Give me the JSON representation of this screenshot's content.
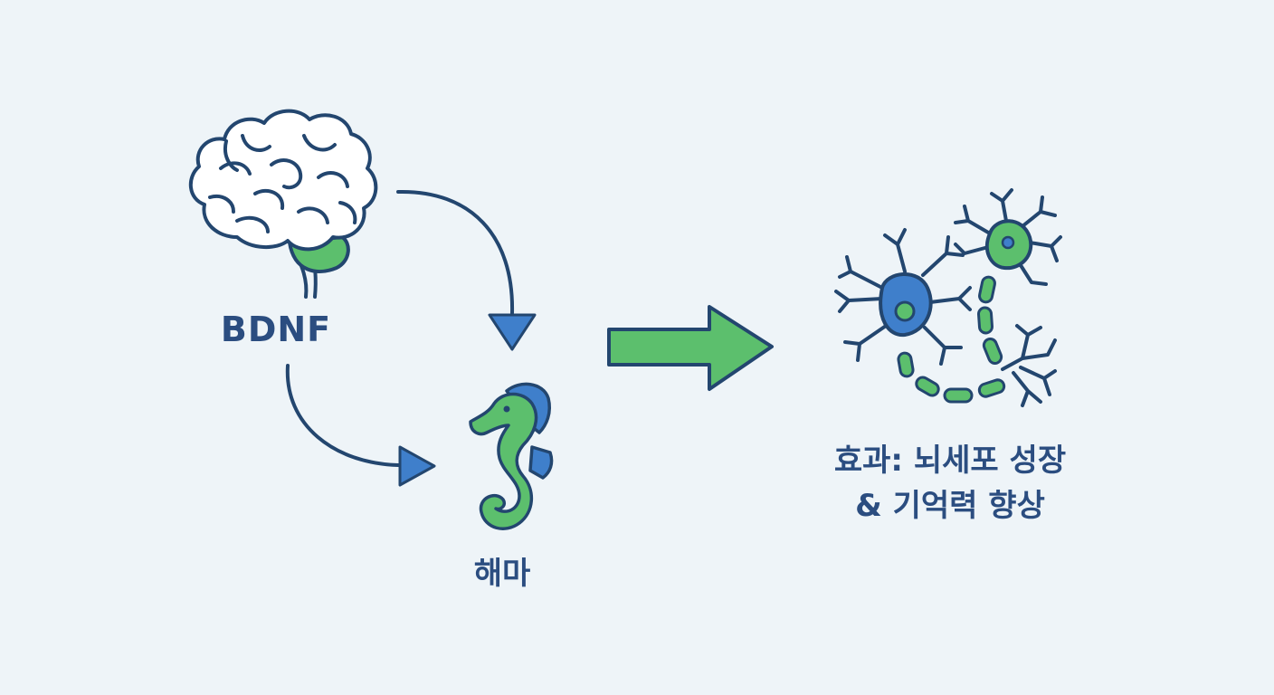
{
  "nodes": {
    "bdnf": {
      "label": "BDNF",
      "icon": "brain-icon"
    },
    "hippocampus": {
      "label": "해마",
      "icon": "seahorse-icon"
    },
    "effect": {
      "line1": "효과: 뇌세포 성장",
      "line2": "& 기억력 향상",
      "icon": "neurons-icon"
    }
  },
  "colors": {
    "background": "#eef4f8",
    "outline": "#23466f",
    "green": "#5cbf6d",
    "blue": "#3f7fcb",
    "text": "#2b4d80"
  }
}
